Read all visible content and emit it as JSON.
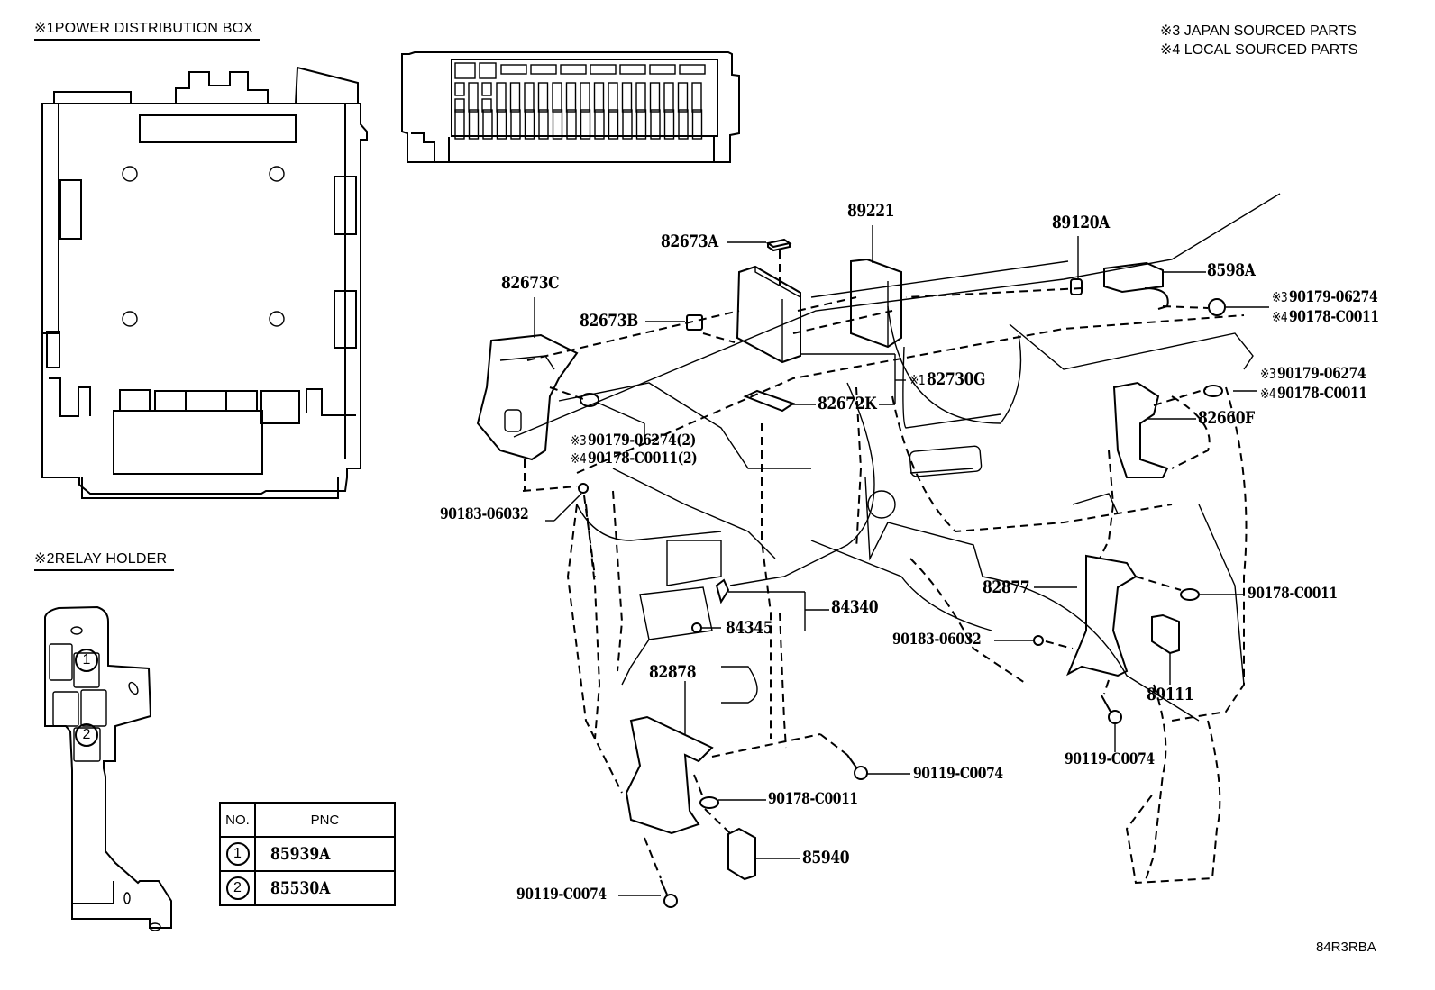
{
  "sections": {
    "power_distribution_box": {
      "mark": "※1",
      "title": "POWER DISTRIBUTION BOX"
    },
    "relay_holder": {
      "mark": "※2",
      "title": "RELAY HOLDER"
    }
  },
  "legend": [
    {
      "mark": "※3",
      "text": "JAPAN SOURCED PARTS"
    },
    {
      "mark": "※4",
      "text": "LOCAL SOURCED PARTS"
    }
  ],
  "relay_holder_markers": [
    "1",
    "2"
  ],
  "pnc_table": {
    "headers": [
      "NO.",
      "PNC"
    ],
    "rows": [
      {
        "no": "1",
        "pnc": "85939A"
      },
      {
        "no": "2",
        "pnc": "85530A"
      }
    ]
  },
  "parts": {
    "p89221": "89221",
    "p82673A": "82673A",
    "p89120A": "89120A",
    "p8598A": "8598A",
    "p82673C": "82673C",
    "p82673B": "82673B",
    "p82730G": {
      "mark": "※1",
      "code": "82730G"
    },
    "p82672K": "82672K",
    "p82660F": "82660F",
    "clip_right_upper": [
      {
        "mark": "※3",
        "code": "90179-06274"
      },
      {
        "mark": "※4",
        "code": "90178-C0011"
      }
    ],
    "clip_right_mid": [
      {
        "mark": "※3",
        "code": "90179-06274"
      },
      {
        "mark": "※4",
        "code": "90178-C0011"
      }
    ],
    "clip_left": [
      {
        "mark": "※3",
        "code": "90179-06274(2)"
      },
      {
        "mark": "※4",
        "code": "90178-C0011(2)"
      }
    ],
    "p90183_left": "90183-06032",
    "p90183_right": "90183-06032",
    "p84340": "84340",
    "p84345": "84345",
    "p82877": "82877",
    "p90178_right": "90178-C0011",
    "p89111": "89111",
    "p82878": "82878",
    "p90119_right": "90119-C0074",
    "p90119_mid": "90119-C0074",
    "p90178_mid": "90178-C0011",
    "p85940": "85940",
    "p90119_bottom": "90119-C0074"
  },
  "figure_code": "84R3RBA"
}
